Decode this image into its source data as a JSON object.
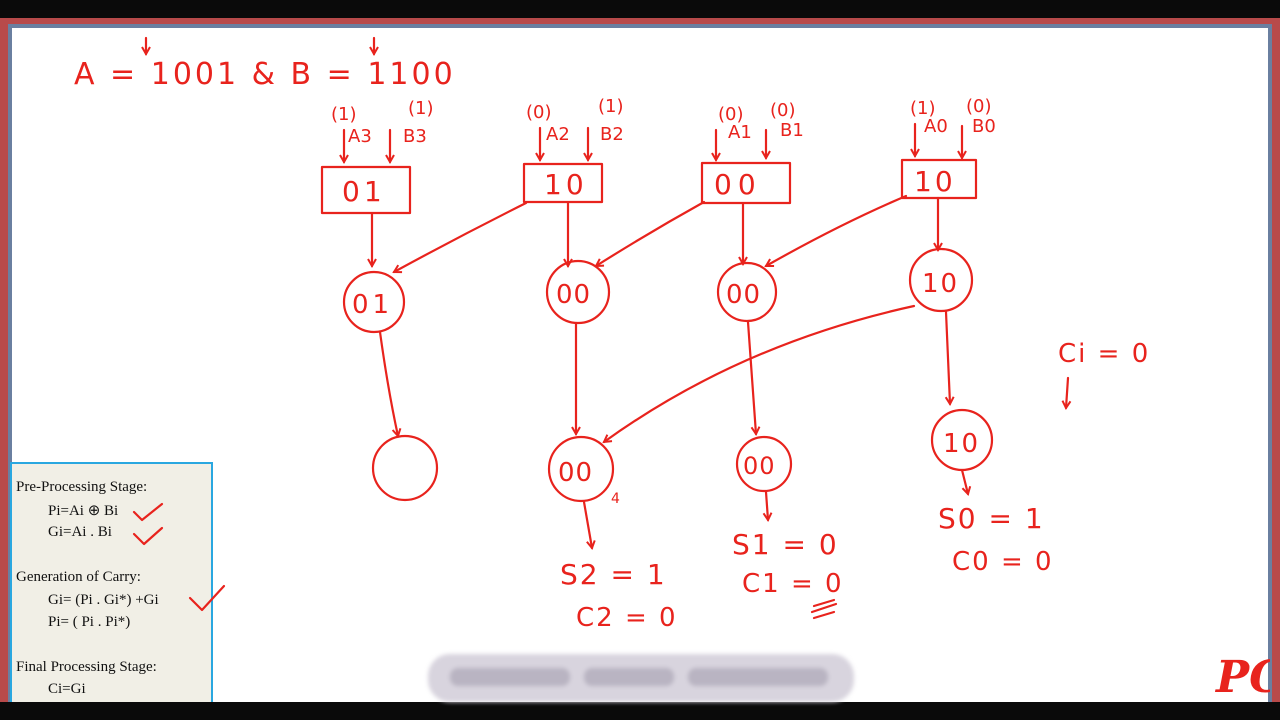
{
  "header": {
    "equation_text": "A = 1001  &  B = 1100"
  },
  "inputs": [
    {
      "a_bit": "(1)",
      "b_bit": "(1)",
      "a_label": "A3",
      "b_label": "B3",
      "box": "01"
    },
    {
      "a_bit": "(0)",
      "b_bit": "(1)",
      "a_label": "A2",
      "b_label": "B2",
      "box": "10"
    },
    {
      "a_bit": "(0)",
      "b_bit": "(0)",
      "a_label": "A1",
      "b_label": "B1",
      "box": "00"
    },
    {
      "a_bit": "(1)",
      "b_bit": "(0)",
      "a_label": "A0",
      "b_label": "B0",
      "box": "10"
    }
  ],
  "level1_nodes": [
    "01",
    "00",
    "00",
    "10"
  ],
  "level2_nodes": [
    "",
    "00",
    "00",
    "10"
  ],
  "small_mark": "4",
  "results": {
    "s2": "S2 = 1",
    "c2": "C2 = 0",
    "s1": "S1 = 0",
    "c1": "C1 = 0",
    "s0": "S0 = 1",
    "c0": "C0 = 0",
    "ci": "Ci = 0"
  },
  "formulas": {
    "pre_title": "Pre-Processing Stage:",
    "pi_def": "Pi=Ai ⊕ Bi",
    "gi_def": "Gi=Ai . Bi",
    "gen_title": "Generation of Carry:",
    "gi_carry": "Gi= (Pi . Gi*) +Gi",
    "pi_carry": "Pi= ( Pi . Pi*)",
    "final_title": "Final Processing Stage:",
    "ci_def": "Ci=Gi"
  },
  "logo_text": "PC",
  "colors": {
    "ink": "#e8231d",
    "frame": "#b84a4a",
    "panel_border": "#2aa7e0",
    "panel_bg": "#f1efe6"
  }
}
